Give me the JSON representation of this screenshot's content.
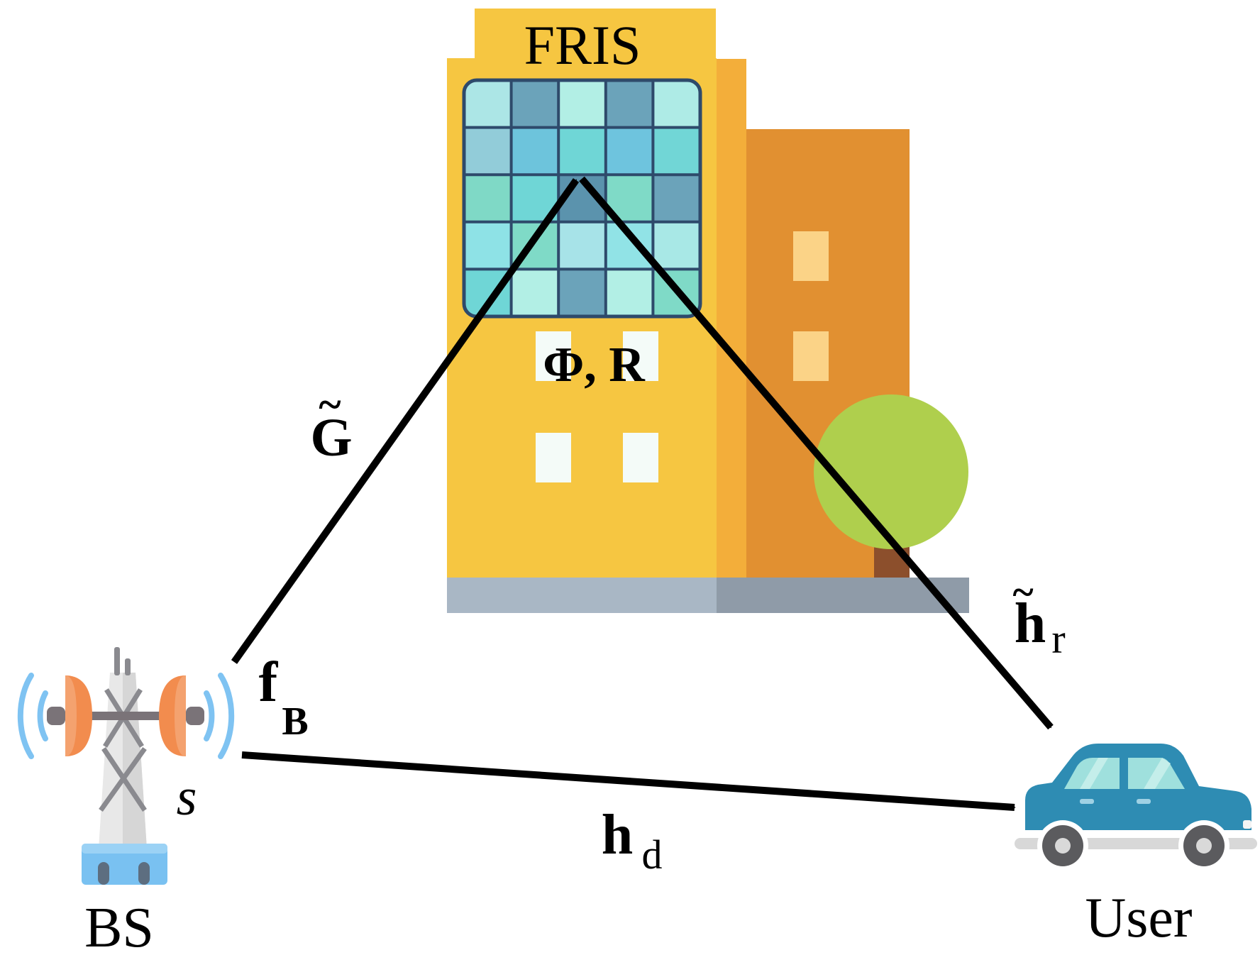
{
  "labels": {
    "fris": "FRIS",
    "phase_matrix": "Φ, R",
    "G_symbol": "G",
    "G_accent": "~",
    "hr_symbol": "h",
    "hr_accent": "~",
    "hr_sub": "r",
    "fB_symbol": "f",
    "fB_sub": "B",
    "s_symbol": "s",
    "hd_symbol": "h",
    "hd_sub": "d",
    "bs": "BS",
    "user": "User"
  },
  "colors": {
    "building_main": "#F6C641",
    "building_side": "#F3AE3A",
    "building_back": "#E19031",
    "building_base": "#A9B7C5",
    "building_base_dark": "#8F9BA8",
    "window_light": "#F4FBF8",
    "window_back": "#FBD387",
    "ris_frame": "#2E4A6B",
    "tree_crown": "#AFCF4D",
    "tree_trunk": "#8C4F2C",
    "car_body": "#2E8CB3",
    "car_window": "#9FE0DD",
    "car_wheel": "#5B5B5E",
    "antenna_orange": "#F28C4E",
    "antenna_wave": "#7FC3F2",
    "tower": "#E5E5E5",
    "tower_base": "#79C1F1",
    "arrow": "#000000"
  },
  "icons": {
    "building": "building-icon",
    "tree": "tree-icon",
    "base_station": "cell-tower-icon",
    "user": "car-icon"
  },
  "ris_cell_colors": [
    [
      "#ACE6E6",
      "#6BA3BA",
      "#B2EFE5",
      "#6BA3BA",
      "#AEEBE6"
    ],
    [
      "#92CCD9",
      "#6DC4DC",
      "#6FD6D6",
      "#6EC4DE",
      "#71D6D6"
    ],
    [
      "#7FD9C6",
      "#6FD6D6",
      "#5B93AD",
      "#7FDAC7",
      "#6BA3BA"
    ],
    [
      "#8EE2E6",
      "#7FDAC7",
      "#A7E3E8",
      "#91E3E6",
      "#A8E8E6"
    ],
    [
      "#6FD6D6",
      "#B2EFE5",
      "#6BA3BA",
      "#B2EFE5",
      "#7FDAC7"
    ]
  ]
}
